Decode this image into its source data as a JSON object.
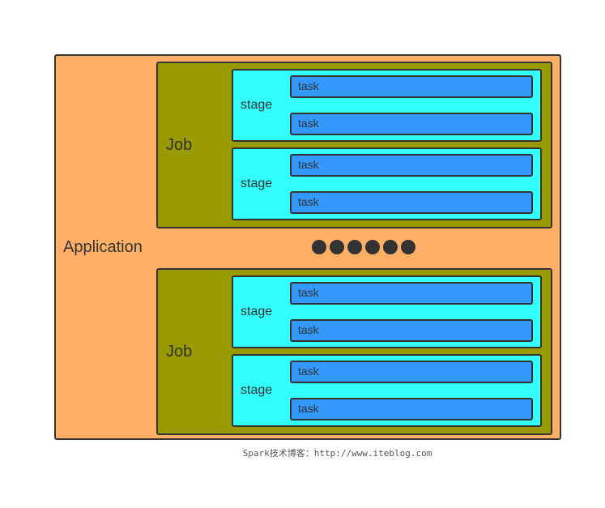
{
  "diagram": {
    "application_label": "Application",
    "jobs": [
      {
        "label": "Job",
        "stages": [
          {
            "label": "stage",
            "tasks": [
              "task",
              "task"
            ]
          },
          {
            "label": "stage",
            "tasks": [
              "task",
              "task"
            ]
          }
        ]
      },
      {
        "label": "Job",
        "stages": [
          {
            "label": "stage",
            "tasks": [
              "task",
              "task"
            ]
          },
          {
            "label": "stage",
            "tasks": [
              "task",
              "task"
            ]
          }
        ]
      }
    ],
    "ellipsis_dot_count": 6,
    "colors": {
      "application": "#ffb066",
      "job": "#999900",
      "stage": "#33ffff",
      "task": "#3399ff",
      "outline": "#333333"
    }
  },
  "caption": "Spark技术博客：http://www.iteblog.com"
}
